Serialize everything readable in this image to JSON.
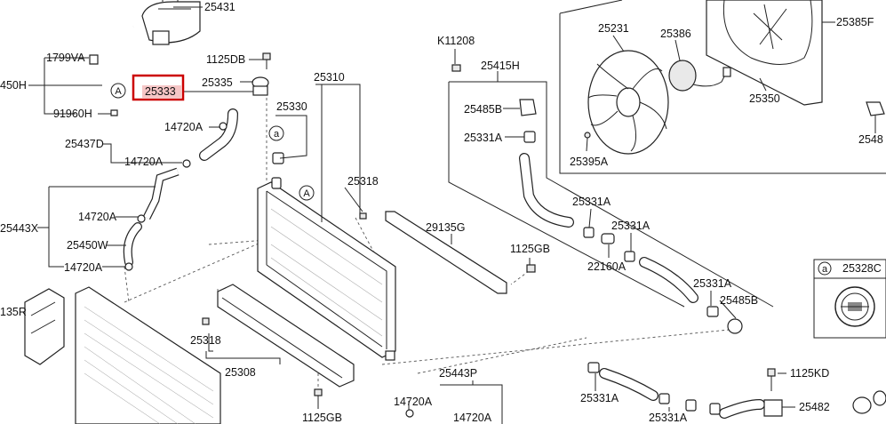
{
  "highlight_color": "#cc0000",
  "highlight_fill": "#f4b8b8",
  "labels": {
    "p25431": "25431",
    "p1799VA": "1799VA",
    "p450H": "450H",
    "p91960H": "91960H",
    "p1125DB": "1125DB",
    "p25333": "25333",
    "p25335": "25335",
    "p25310": "25310",
    "p25330": "25330",
    "p14720A_1": "14720A",
    "p25437D": "25437D",
    "p14720A_2": "14720A",
    "p25443X": "25443X",
    "p14720A_3": "14720A",
    "p25450W": "25450W",
    "p14720A_4": "14720A",
    "p25318_1": "25318",
    "p135R": "135R",
    "p25318_2": "25318",
    "p25308": "25308",
    "p1125GB_1": "1125GB",
    "pK11208": "K11208",
    "p25415H": "25415H",
    "p25485B_1": "25485B",
    "p25331A_1": "25331A",
    "p29135G": "29135G",
    "p1125GB_2": "1125GB",
    "p25331A_2": "25331A",
    "p25331A_3": "25331A",
    "p22160A": "22160A",
    "p25331A_4": "25331A",
    "p25485B_2": "25485B",
    "p25443P": "25443P",
    "p14720A_5": "14720A",
    "p14720A_6": "14720A",
    "p25331A_5": "25331A",
    "p25331A_6": "25331A",
    "p1125KD": "1125KD",
    "p25482": "25482",
    "p25231": "25231",
    "p25386": "25386",
    "p25385F": "25385F",
    "p25350": "25350",
    "p25395A": "25395A",
    "p2548": "2548",
    "p25328C": "25328C"
  },
  "callouts": {
    "ref_A": "A",
    "ref_a": "a"
  }
}
